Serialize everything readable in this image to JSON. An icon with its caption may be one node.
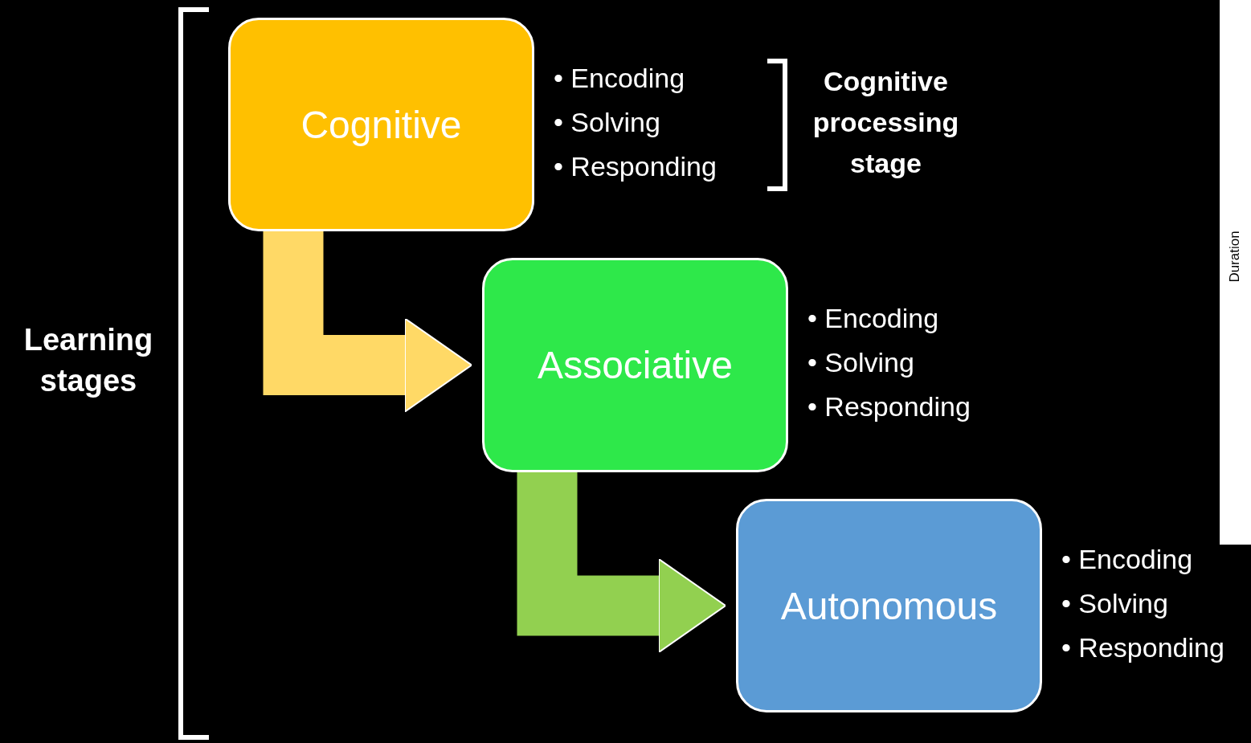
{
  "diagram": {
    "nodes": [
      {
        "text": [
          "Cognitive"
        ],
        "beside": [
          "• Encoding",
          "• Solving",
          "• Responding"
        ]
      },
      {
        "text": [
          "Associative"
        ],
        "beside": [
          "• Encoding",
          "• Solving",
          "• Responding"
        ]
      },
      {
        "text": [
          "Autonomous"
        ],
        "beside": [
          "• Encoding",
          "• Solving",
          "• Responding"
        ]
      }
    ],
    "edges": [
      {
        "from": 0,
        "to": 1,
        "arrow": "to",
        "color": "#ffd966"
      },
      {
        "from": 1,
        "to": 2,
        "arrow": "to",
        "color": "#92d050"
      }
    ],
    "labels": [
      "Learning stages",
      "Cognitive processing stage",
      "Duration"
    ]
  }
}
